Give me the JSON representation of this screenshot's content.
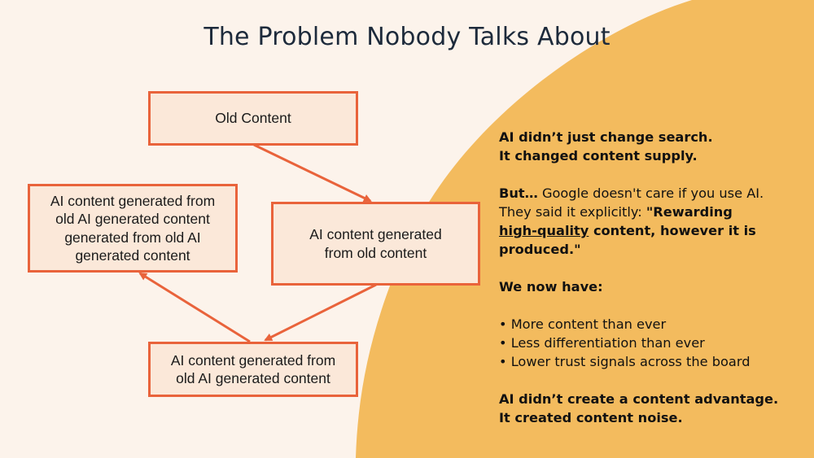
{
  "title": "The Problem Nobody Talks About",
  "colors": {
    "background": "#fcf3eb",
    "accent_shape": "#f3bb5e",
    "box_fill": "#fbe8d9",
    "box_border": "#e9633b",
    "arrow": "#e9633b",
    "title_text": "#1d2a3b"
  },
  "diagram": {
    "nodes": [
      {
        "id": "old",
        "lines": [
          "Old Content"
        ]
      },
      {
        "id": "gen1",
        "lines": [
          "AI content generated",
          "from old content"
        ]
      },
      {
        "id": "gen2",
        "lines": [
          "AI content generated from",
          "old AI generated content"
        ]
      },
      {
        "id": "gen3",
        "lines": [
          "AI content generated from",
          "old AI generated content",
          "generated from old AI",
          "generated content"
        ]
      }
    ],
    "edges": [
      {
        "from": "old",
        "to": "gen1"
      },
      {
        "from": "gen1",
        "to": "gen2"
      },
      {
        "from": "gen2",
        "to": "gen3"
      }
    ]
  },
  "text": {
    "p1_line1": "AI didn’t just change search.",
    "p1_line2": "It changed content supply.",
    "p2_lead": "But…",
    "p2_rest1": " Google doesn't care if you use AI.",
    "p2_line2_plain": "They said it explicitly: ",
    "p2_quote_start": "\"Rewarding",
    "p2_underlined": "high-quality",
    "p2_quote_rest": " content, however it is",
    "p2_quote_end": "produced.\"",
    "p3_heading": "We now have:",
    "bullets": [
      "• More content than ever",
      "• Less differentiation than ever",
      "• Lower trust signals across the board"
    ],
    "p4_line1": "AI didn’t create a content advantage.",
    "p4_line2": "It created content noise."
  }
}
